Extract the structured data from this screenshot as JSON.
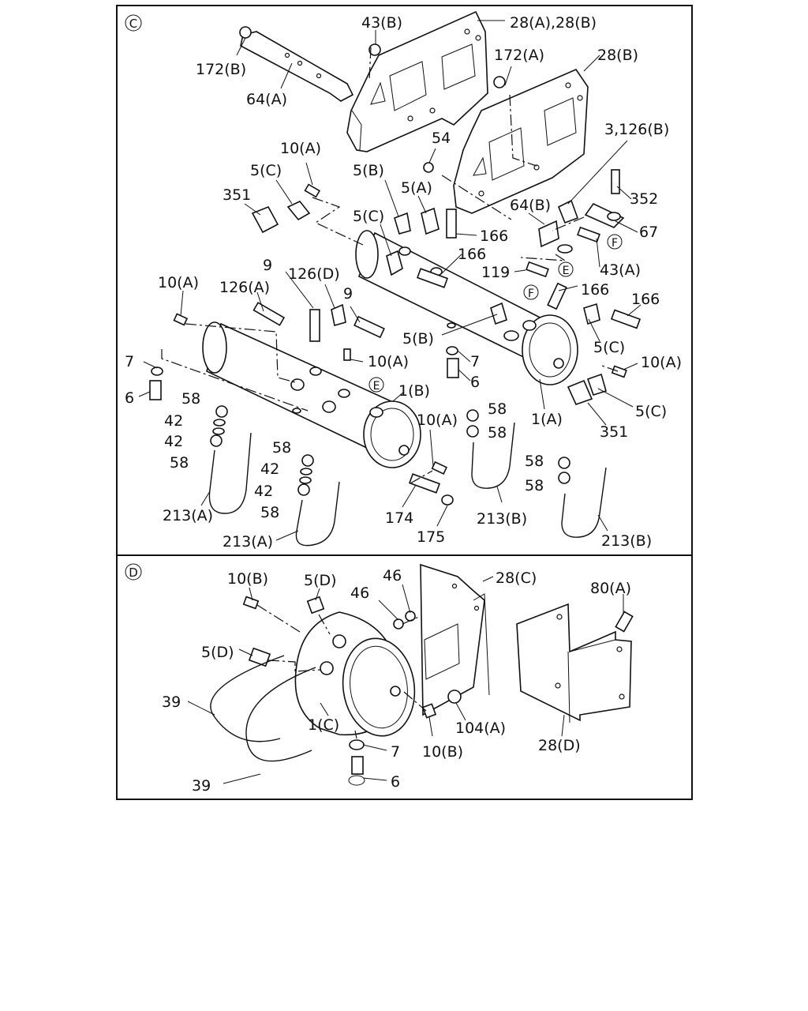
{
  "sections": {
    "c": {
      "marker": "C"
    },
    "d": {
      "marker": "D"
    }
  },
  "callouts_c": [
    "43(B)",
    "28(A),28(B)",
    "172(B)",
    "64(A)",
    "172(A)",
    "28(B)",
    "10(A)",
    "54",
    "3,126(B)",
    "5(C)",
    "5(B)",
    "351",
    "5(A)",
    "352",
    "64(B)",
    "166",
    "67",
    "166",
    "5(C)",
    "43(A)",
    "119",
    "9",
    "126(D)",
    "10(A)",
    "126(A)",
    "9",
    "166",
    "166",
    "5(B)",
    "7",
    "5(C)",
    "10(A)",
    "7",
    "10(A)",
    "6",
    "6",
    "1(B)",
    "5(C)",
    "58",
    "58",
    "1(A)",
    "42",
    "58",
    "10(A)",
    "42",
    "351",
    "58",
    "58",
    "58",
    "42",
    "58",
    "42",
    "174",
    "213(A)",
    "58",
    "213(B)",
    "213(B)",
    "213(A)",
    "175"
  ],
  "callouts_d": [
    "10(B)",
    "5(D)",
    "46",
    "46",
    "28(C)",
    "80(A)",
    "5(D)",
    "39",
    "1(C)",
    "104(A)",
    "10(B)",
    "28(D)",
    "7",
    "39",
    "6"
  ],
  "refs": {
    "e": "E",
    "f": "F"
  }
}
